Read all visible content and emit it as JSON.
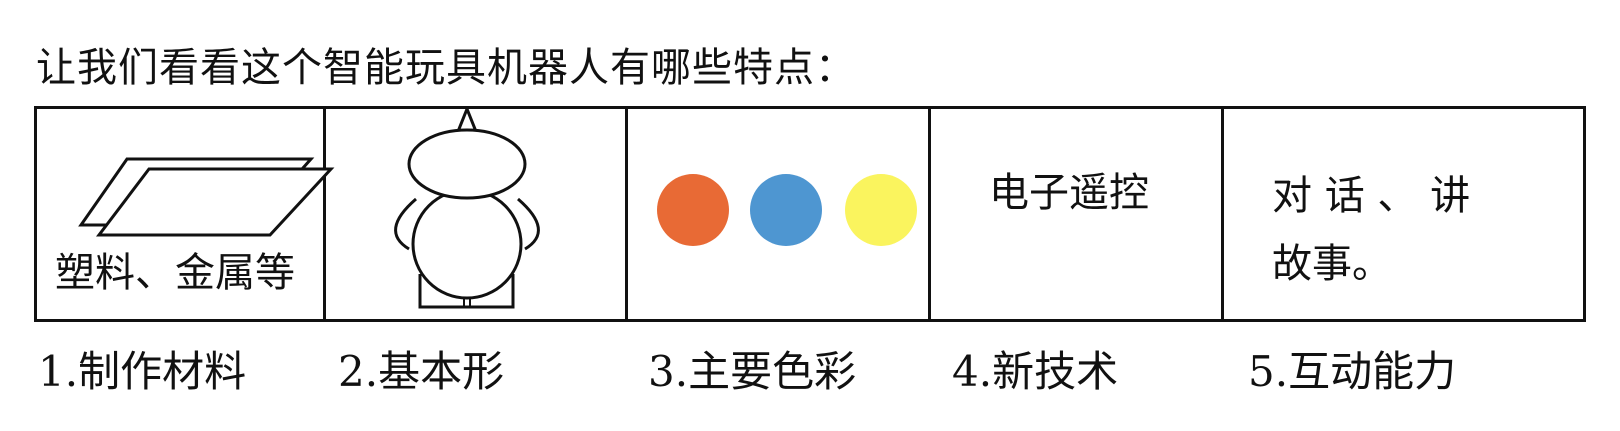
{
  "intro": "让我们看看这个智能玩具机器人有哪些特点：",
  "cells": {
    "material_text": "塑料、金属等",
    "technology_text": "电子遥控",
    "interaction_line1": "对 话 、 讲",
    "interaction_line2": "故事。"
  },
  "colors": {
    "orange": "#E86A35",
    "blue": "#4E96D1",
    "yellow": "#FAF45E"
  },
  "captions": [
    "1.制作材料",
    "2.基本形",
    "3.主要色彩",
    "4.新技术",
    "5.互动能力"
  ]
}
